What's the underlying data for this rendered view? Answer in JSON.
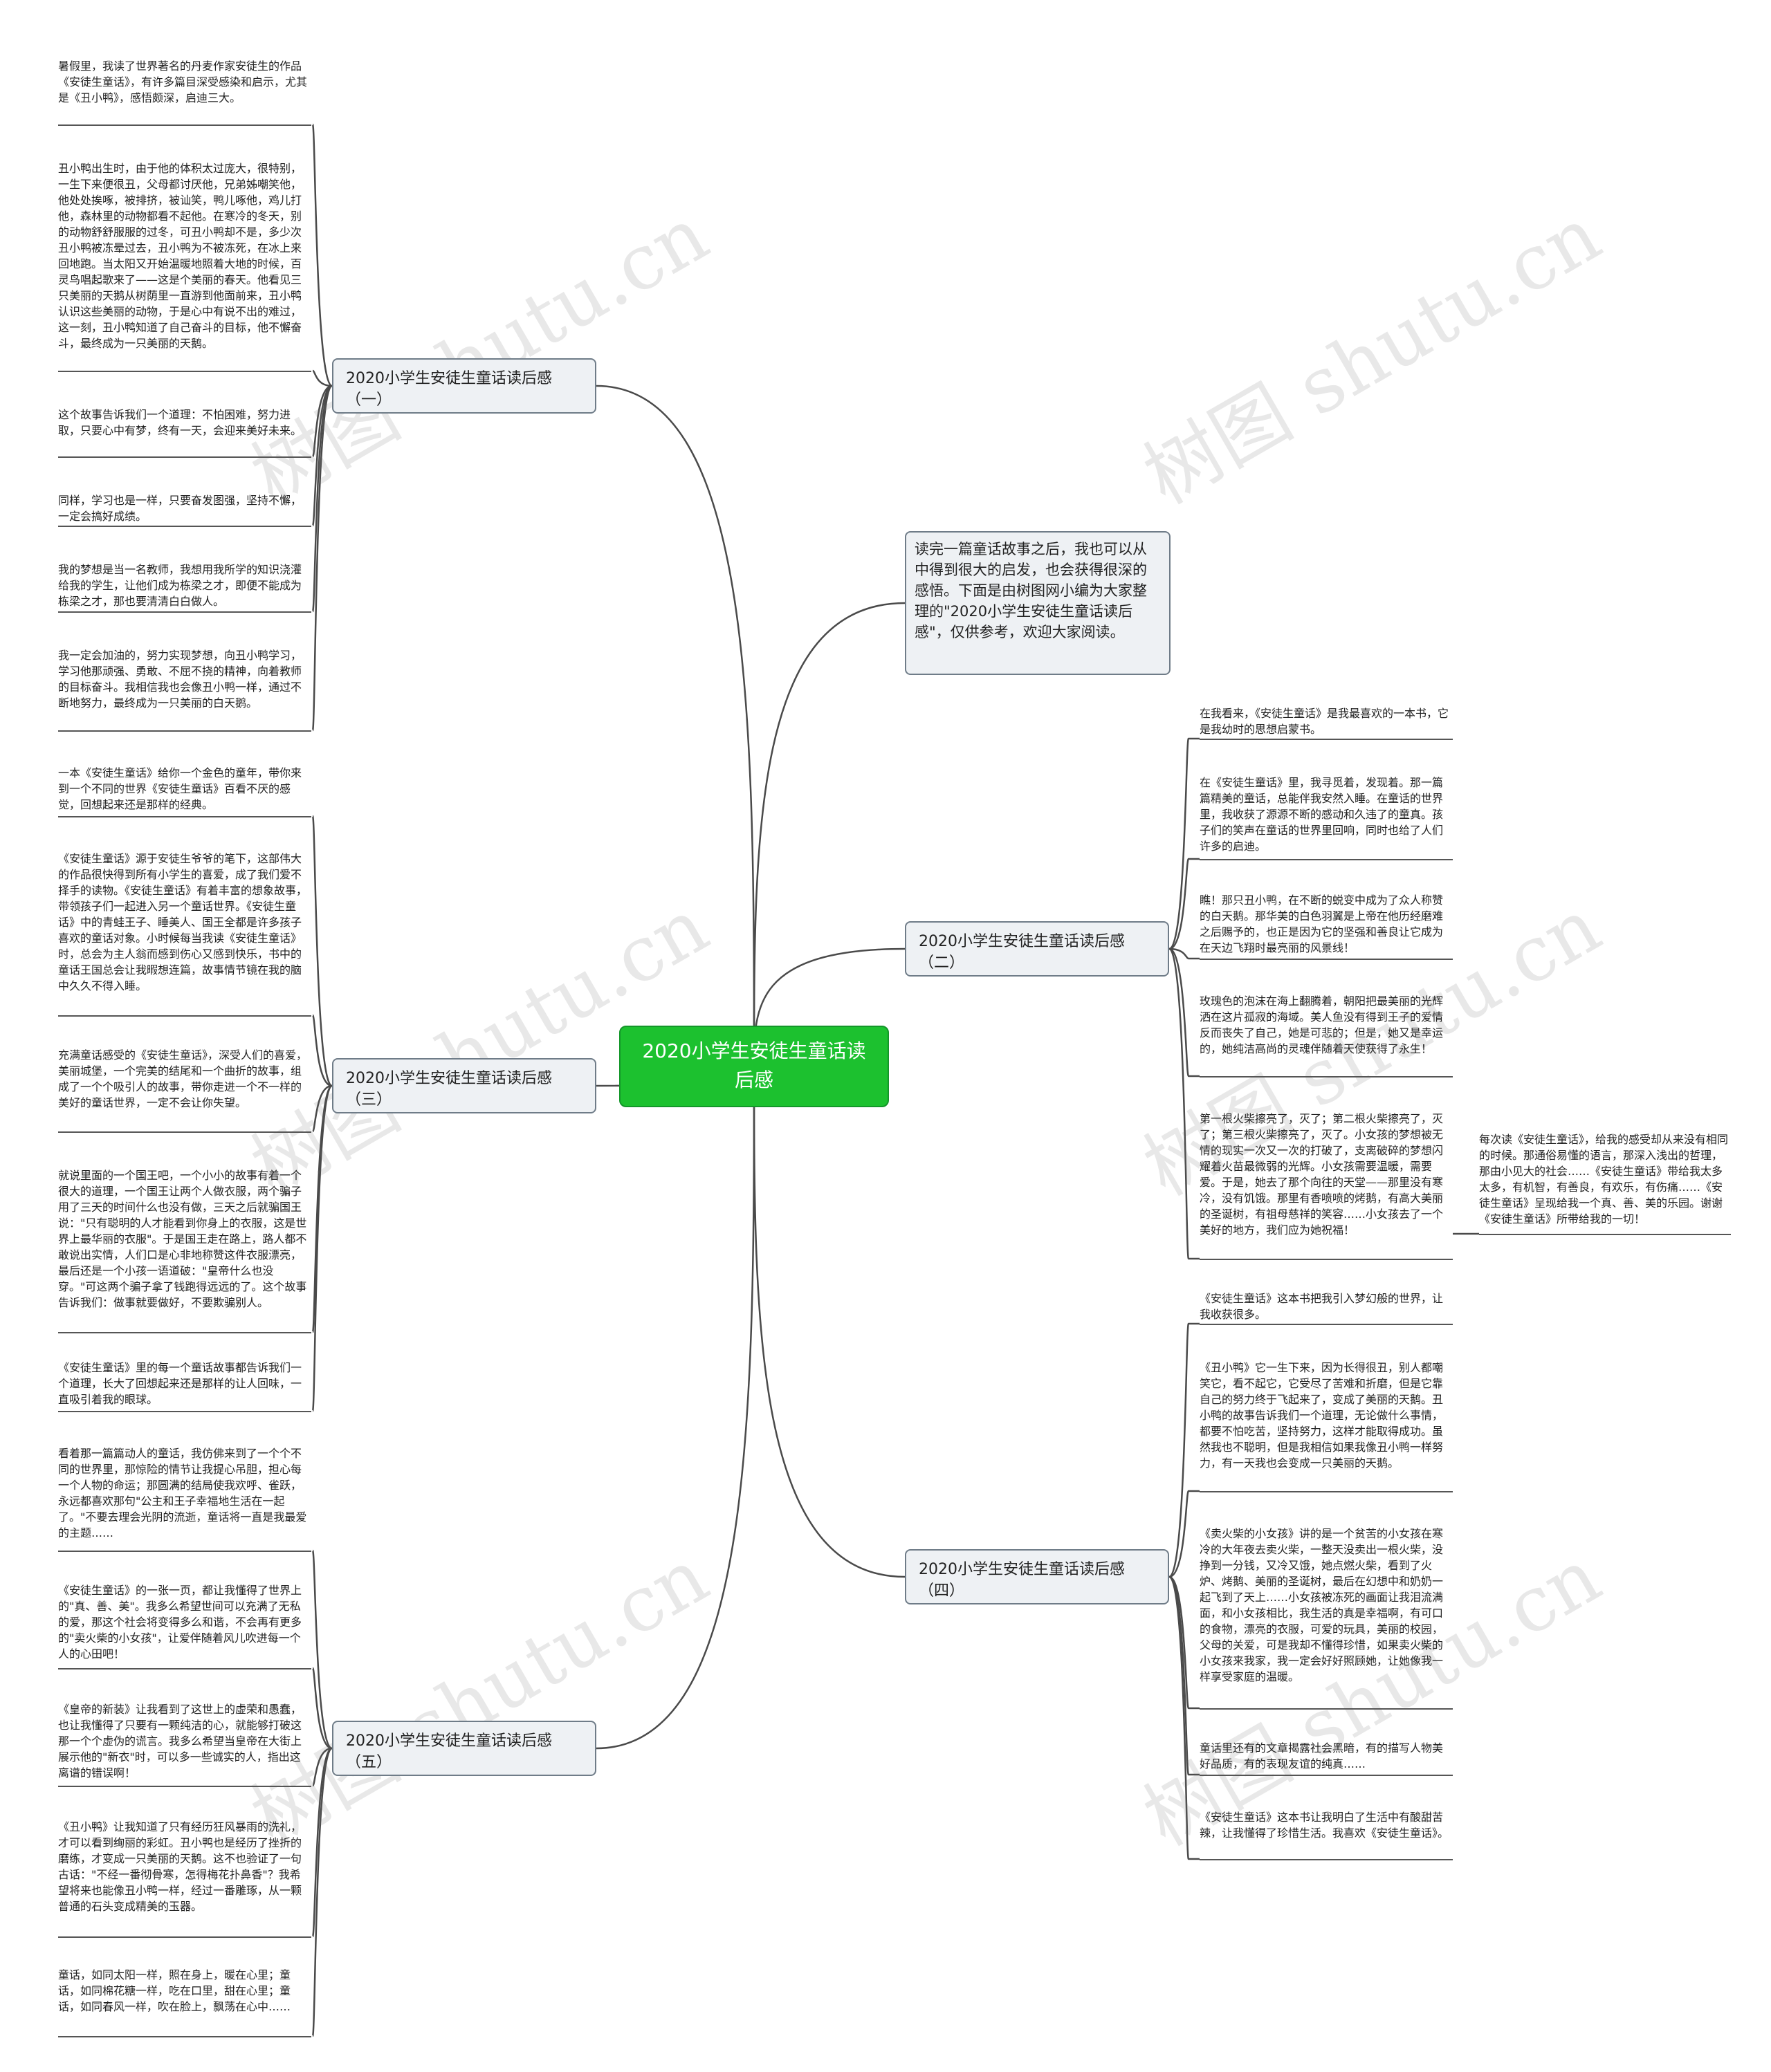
{
  "root": {
    "label": "2020小学生安徒生童话读后感"
  },
  "intro": {
    "text": "读完一篇童话故事之后，我也可以从中得到很大的启发，也会获得很深的感悟。下面是由树图网小编为大家整理的\"2020小学生安徒生童话读后感\"，仅供参考，欢迎大家阅读。"
  },
  "watermark": "树图 shutu.cn",
  "branches": [
    {
      "label": "2020小学生安徒生童话读后感（一）",
      "leaves": [
        "暑假里，我读了世界著名的丹麦作家安徒生的作品《安徒生童话》，有许多篇目深受感染和启示，尤其是《丑小鸭》，感悟颇深，启迪三大。",
        "丑小鸭出生时，由于他的体积太过庞大，很特别，一生下来便很丑，父母都讨厌他，兄弟姊嘲笑他，他处处挨啄，被排挤，被讪笑，鸭儿啄他，鸡儿打他，森林里的动物都看不起他。在寒冷的冬天，别的动物舒舒服服的过冬，可丑小鸭却不是，多少次丑小鸭被冻晕过去，丑小鸭为不被冻死，在冰上来回地跑。当太阳又开始温暖地照着大地的时候，百灵鸟唱起歌来了——这是个美丽的春天。他看见三只美丽的天鹅从树荫里一直游到他面前来，丑小鸭认识这些美丽的动物，于是心中有说不出的难过，这一刻，丑小鸭知道了自己奋斗的目标，他不懈奋斗，最终成为一只美丽的天鹅。",
        "这个故事告诉我们一个道理：不怕困难，努力进取，只要心中有梦，终有一天，会迎来美好未来。",
        "同样，学习也是一样，只要奋发图强，坚持不懈，一定会搞好成绩。",
        "我的梦想是当一名教师，我想用我所学的知识浇灌给我的学生，让他们成为栋梁之才，即便不能成为栋梁之才，那也要清清白白做人。",
        "我一定会加油的，努力实现梦想，向丑小鸭学习，学习他那顽强、勇敢、不屈不挠的精神，向着教师的目标奋斗。我相信我也会像丑小鸭一样，通过不断地努力，最终成为一只美丽的白天鹅。"
      ]
    },
    {
      "label": "2020小学生安徒生童话读后感（二）",
      "leaves": [
        "在我看来，《安徒生童话》是我最喜欢的一本书，它是我幼时的思想启蒙书。",
        "在《安徒生童话》里，我寻觅着，发现着。那一篇篇精美的童话，总能伴我安然入睡。在童话的世界里，我收获了源源不断的感动和久违了的童真。孩子们的笑声在童话的世界里回响，同时也给了人们许多的启迪。",
        "瞧！那只丑小鸭，在不断的蜕变中成为了众人称赞的白天鹅。那华美的白色羽翼是上帝在他历经磨难之后赐予的，也正是因为它的坚强和善良让它成为在天边飞翔时最亮丽的风景线！",
        "玫瑰色的泡沫在海上翻腾着，朝阳把最美丽的光辉洒在这片孤寂的海域。美人鱼没有得到王子的爱情反而丧失了自己，她是可悲的；但是，她又是幸运的，她纯洁高尚的灵魂伴随着天使获得了永生！",
        "第一根火柴擦亮了，灭了；第二根火柴擦亮了，灭了；第三根火柴擦亮了，灭了。小女孩的梦想被无情的现实一次又一次的打破了，支离破碎的梦想闪耀着火苗最微弱的光辉。小女孩需要温暖，需要爱。于是，她去了那个向往的天堂——那里没有寒冷，没有饥饿。那里有香喷喷的烤鹅，有高大美丽的圣诞树，有祖母慈祥的笑容……小女孩去了一个美好的地方，我们应为她祝福！"
      ],
      "extra": "每次读《安徒生童话》，给我的感受却从来没有相同的时候。那通俗易懂的语言，那深入浅出的哲理，那由小见大的社会……《安徒生童话》带给我太多太多，有机智，有善良，有欢乐，有伤痛……《安徒生童话》呈现给我一个真、善、美的乐园。谢谢《安徒生童话》所带给我的一切！"
    },
    {
      "label": "2020小学生安徒生童话读后感（三）",
      "leaves": [
        "一本《安徒生童话》给你一个金色的童年，带你来到一个不同的世界《安徒生童话》百看不厌的感觉，回想起来还是那样的经典。",
        "《安徒生童话》源于安徒生爷爷的笔下，这部伟大的作品很快得到所有小学生的喜爱，成了我们爱不择手的读物。《安徒生童话》有着丰富的想象故事，带领孩子们一起进入另一个童话世界。《安徒生童话》中的青蛙王子、睡美人、国王全都是许多孩子喜欢的童话对象。小时候每当我读《安徒生童话》时，总会为主人翁而感到伤心又感到快乐，书中的童话王国总会让我暇想连篇，故事情节镜在我的脑中久久不得入睡。",
        "充满童话感受的《安徒生童话》，深受人们的喜爱，美丽城堡，一个完美的结尾和一个曲折的故事，组成了一个个吸引人的故事，带你走进一个不一样的美好的童话世界，一定不会让你失望。",
        "就说里面的一个国王吧，一个小小的故事有着一个很大的道理，一个国王让两个人做衣服，两个骗子用了三天的时间什么也没有做，三天之后就骗国王说：\"只有聪明的人才能看到你身上的衣服，这是世界上最华丽的衣服\"。于是国王走在路上，路人都不敢说出实情，人们口是心非地称赞这件衣服漂亮，最后还是一个小孩一语道破：\"皇帝什么也没穿。\"可这两个骗子拿了钱跑得远远的了。这个故事告诉我们：做事就要做好，不要欺骗别人。",
        "《安徒生童话》里的每一个童话故事都告诉我们一个道理，长大了回想起来还是那样的让人回味，一直吸引着我的眼球。"
      ]
    },
    {
      "label": "2020小学生安徒生童话读后感（四）",
      "leaves": [
        "《安徒生童话》这本书把我引入梦幻般的世界，让我收获很多。",
        "《丑小鸭》它一生下来，因为长得很丑，别人都嘲笑它，看不起它，它受尽了苦难和折磨，但是它靠自己的努力终于飞起来了，变成了美丽的天鹅。丑小鸭的故事告诉我们一个道理，无论做什么事情，都要不怕吃苦，坚持努力，这样才能取得成功。虽然我也不聪明，但是我相信如果我像丑小鸭一样努力，有一天我也会变成一只美丽的天鹅。",
        "《卖火柴的小女孩》讲的是一个贫苦的小女孩在寒冷的大年夜去卖火柴，一整天没卖出一根火柴，没挣到一分钱，又冷又饿，她点燃火柴，看到了火炉、烤鹅、美丽的圣诞树，最后在幻想中和奶奶一起飞到了天上……小女孩被冻死的画面让我泪流满面，和小女孩相比，我生活的真是幸福啊，有可口的食物，漂亮的衣服，可爱的玩具，美丽的校园，父母的关爱，可是我却不懂得珍惜，如果卖火柴的小女孩来我家，我一定会好好照顾她，让她像我一样享受家庭的温暖。",
        "童话里还有的文章揭露社会黑暗，有的描写人物美好品质，有的表现友谊的纯真……",
        "《安徒生童话》这本书让我明白了生活中有酸甜苦辣，让我懂得了珍惜生活。我喜欢《安徒生童话》。"
      ]
    },
    {
      "label": "2020小学生安徒生童话读后感（五）",
      "leaves": [
        "看着那一篇篇动人的童话，我仿佛来到了一个个不同的世界里，那惊险的情节让我提心吊胆，担心每一个人物的命运；那圆满的结局使我欢呼、雀跃，永远都喜欢那句\"公主和王子幸福地生活在一起了。\"不要去理会光阴的流逝，童话将一直是我最爱的主题……",
        "《安徒生童话》的一张一页，都让我懂得了世界上的\"真、善、美\"。我多么希望世间可以充满了无私的爱，那这个社会将变得多么和谐，不会再有更多的\"卖火柴的小女孩\"，让爱伴随着风儿吹进每一个人的心田吧！",
        "《皇帝的新装》让我看到了这世上的虚荣和愚蠢，也让我懂得了只要有一颗纯洁的心，就能够打破这那一个个虚伪的谎言。我多么希望当皇帝在大街上展示他的\"新衣\"时，可以多一些诚实的人，指出这离谱的错误啊！",
        "《丑小鸭》让我知道了只有经历狂风暴雨的洗礼，才可以看到绚丽的彩虹。丑小鸭也是经历了挫折的磨练，才变成一只美丽的天鹅。这不也验证了一句古话：\"不经一番彻骨寒，怎得梅花扑鼻香\"？我希望将来也能像丑小鸭一样，经过一番雕琢，从一颗普通的石头变成精美的玉器。",
        "童话，如同太阳一样，照在身上，暖在心里；童话，如同棉花糖一样，吃在口里，甜在心里；童话，如同春风一样，吹在脸上，飘荡在心中……"
      ]
    }
  ]
}
